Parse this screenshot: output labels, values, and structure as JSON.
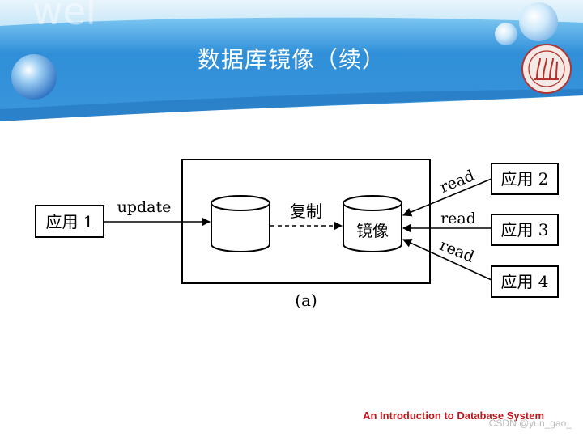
{
  "header": {
    "title": "数据库镜像（续）",
    "colors": {
      "band": "#2f8fd8",
      "band_light": "#8fd0f4",
      "title_text": "#ffffff"
    }
  },
  "diagram": {
    "apps": {
      "app1": "应用 1",
      "app2": "应用 2",
      "app3": "应用 3",
      "app4": "应用 4"
    },
    "edges": {
      "update": "update",
      "copy": "复制",
      "read_upper": "read",
      "read_middle": "read",
      "read_lower": "read"
    },
    "mirror_label": "镜像",
    "caption": "(a)"
  },
  "footer": {
    "course_title": "An Introduction to Database System",
    "watermark": "CSDN @yun_gao_"
  }
}
